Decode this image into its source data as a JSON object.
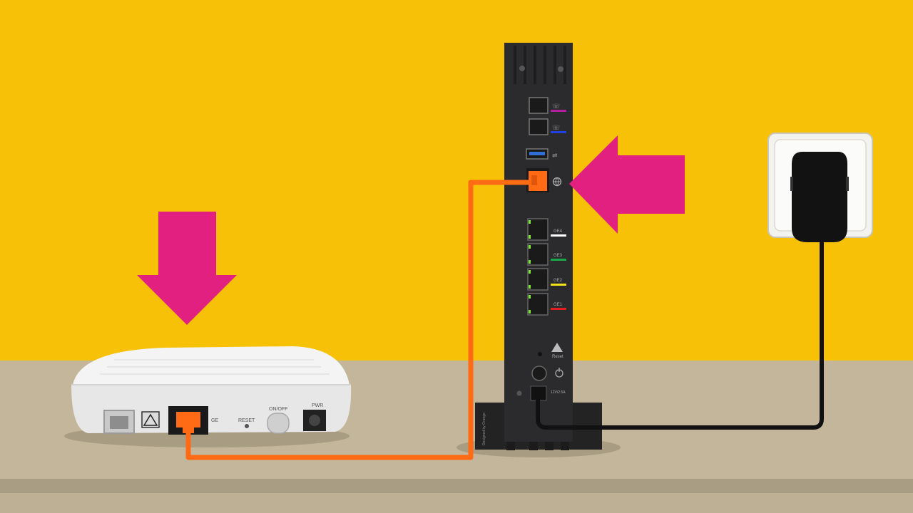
{
  "colors": {
    "wall": "#f7c108",
    "shelf": "#c3b69a",
    "shelf_front": "#a99d84",
    "arrow": "#e2207f",
    "cable_ethernet": "#ff6a14",
    "cable_power": "#111111",
    "router_body": "#2b2b2d",
    "ont_body": "#eeeeee"
  },
  "ont": {
    "labels": {
      "ge": "GE",
      "reset": "RESET",
      "on_off": "ON/OFF",
      "pwr": "PWR"
    }
  },
  "router": {
    "labels": {
      "ge4": "GE4",
      "ge3": "GE3",
      "ge2": "GE2",
      "ge1": "GE1",
      "reset": "Reset",
      "dc_in": "12V/2.5A",
      "designed_by": "Designed by Orange"
    },
    "port_stripe_colors": {
      "tel1": "#b0209a",
      "tel2": "#2040e0",
      "ge4": "#ffffff",
      "ge3": "#1aa64a",
      "ge2": "#f2e21c",
      "ge1": "#e02020"
    }
  },
  "icons": {
    "ont_arrow": "arrow-down-icon",
    "router_arrow": "arrow-left-icon",
    "wan_port": "globe-icon",
    "phone_port": "phone-icon",
    "usb_port": "usb-icon",
    "power_button": "power-icon",
    "warning": "warning-triangle-icon"
  }
}
